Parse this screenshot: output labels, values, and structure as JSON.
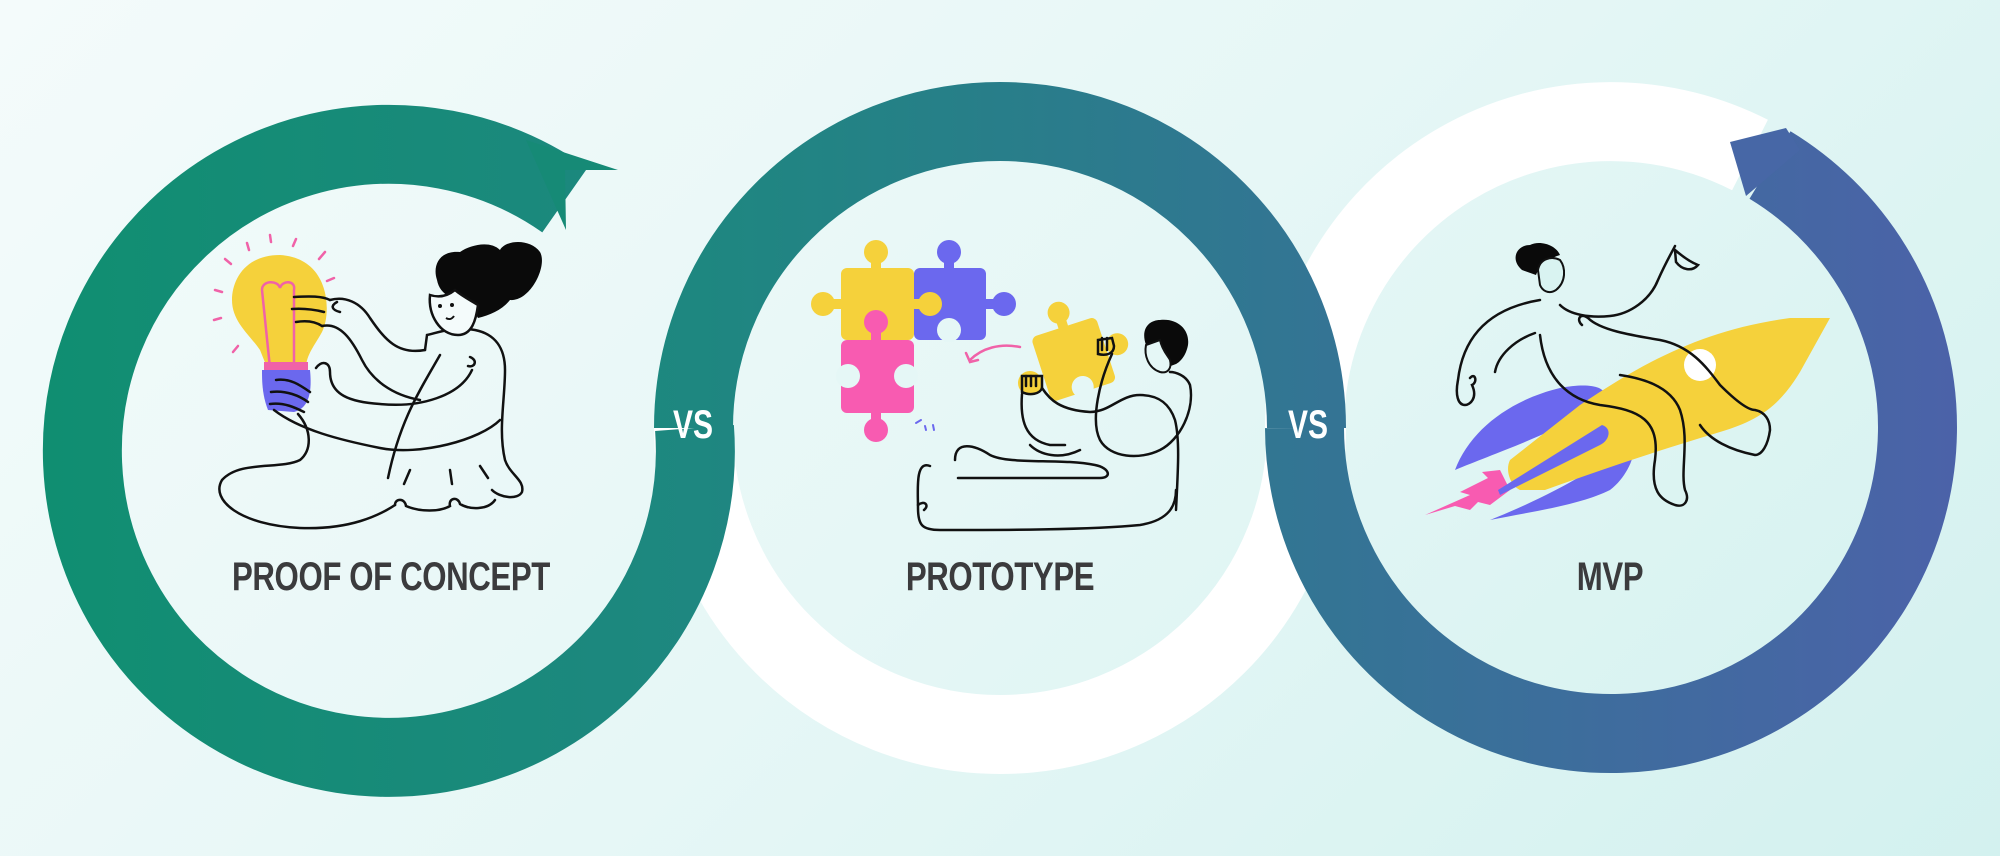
{
  "stages": [
    {
      "id": "poc",
      "label": "PROOF OF CONCEPT",
      "illustration": "lightbulb-woman-illustration",
      "ring_color": "#128f72"
    },
    {
      "id": "prototype",
      "label": "PROTOTYPE",
      "illustration": "puzzle-man-illustration",
      "ring_color": "#26808a"
    },
    {
      "id": "mvp",
      "label": "MVP",
      "illustration": "rocket-rider-illustration",
      "ring_color": "#4a63a8"
    }
  ],
  "separators": [
    {
      "label": "VS"
    },
    {
      "label": "VS"
    }
  ],
  "colors": {
    "ring_green": "#128f72",
    "ring_teal": "#26808a",
    "ring_blue": "#4a63a8",
    "accent_yellow": "#f5d13b",
    "accent_purple": "#6b68ee",
    "accent_pink": "#f85bb1",
    "text_dark": "#3b3b3d",
    "background": "#e6f7f6"
  }
}
